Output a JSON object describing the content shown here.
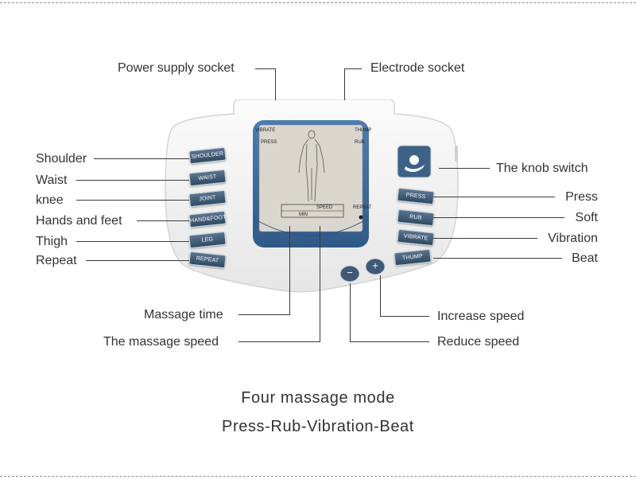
{
  "callouts": {
    "power_supply_socket": "Power supply socket",
    "electrode_socket": "Electrode socket",
    "shoulder": "Shoulder",
    "waist": "Waist",
    "knee": "knee",
    "hands_and_feet": "Hands and feet",
    "thigh": "Thigh",
    "repeat": "Repeat",
    "knob_switch": "The knob switch",
    "press": "Press",
    "soft": "Soft",
    "vibration": "Vibration",
    "beat": "Beat",
    "massage_time": "Massage time",
    "massage_speed": "The massage speed",
    "increase_speed": "Increase speed",
    "reduce_speed": "Reduce speed"
  },
  "device": {
    "screen": {
      "vibrate": "VIBRATE",
      "press": "PRESS",
      "thump": "THUMP",
      "rub": "RUB",
      "repeat": "REPEAT",
      "speed": "SPEED",
      "min": "MIN"
    },
    "left_buttons": [
      "SHOULDER",
      "WAIST",
      "JOINT",
      "HAND&FOOT",
      "LEG",
      "REPEAT"
    ],
    "right_buttons": [
      "PRESS",
      "RUB",
      "VIBRATE",
      "THUMP"
    ],
    "minus": "−",
    "plus": "+"
  },
  "caption": {
    "line1": "Four massage mode",
    "line2": "Press-Rub-Vibration-Beat"
  },
  "colors": {
    "body": "#f4f4f4",
    "screen_frame": "#3f6da0",
    "lcd": "#d8d5cc",
    "button": "#3f5a76",
    "text": "#333333"
  },
  "icons": [
    "knob-switch-icon",
    "human-figure-icon"
  ]
}
